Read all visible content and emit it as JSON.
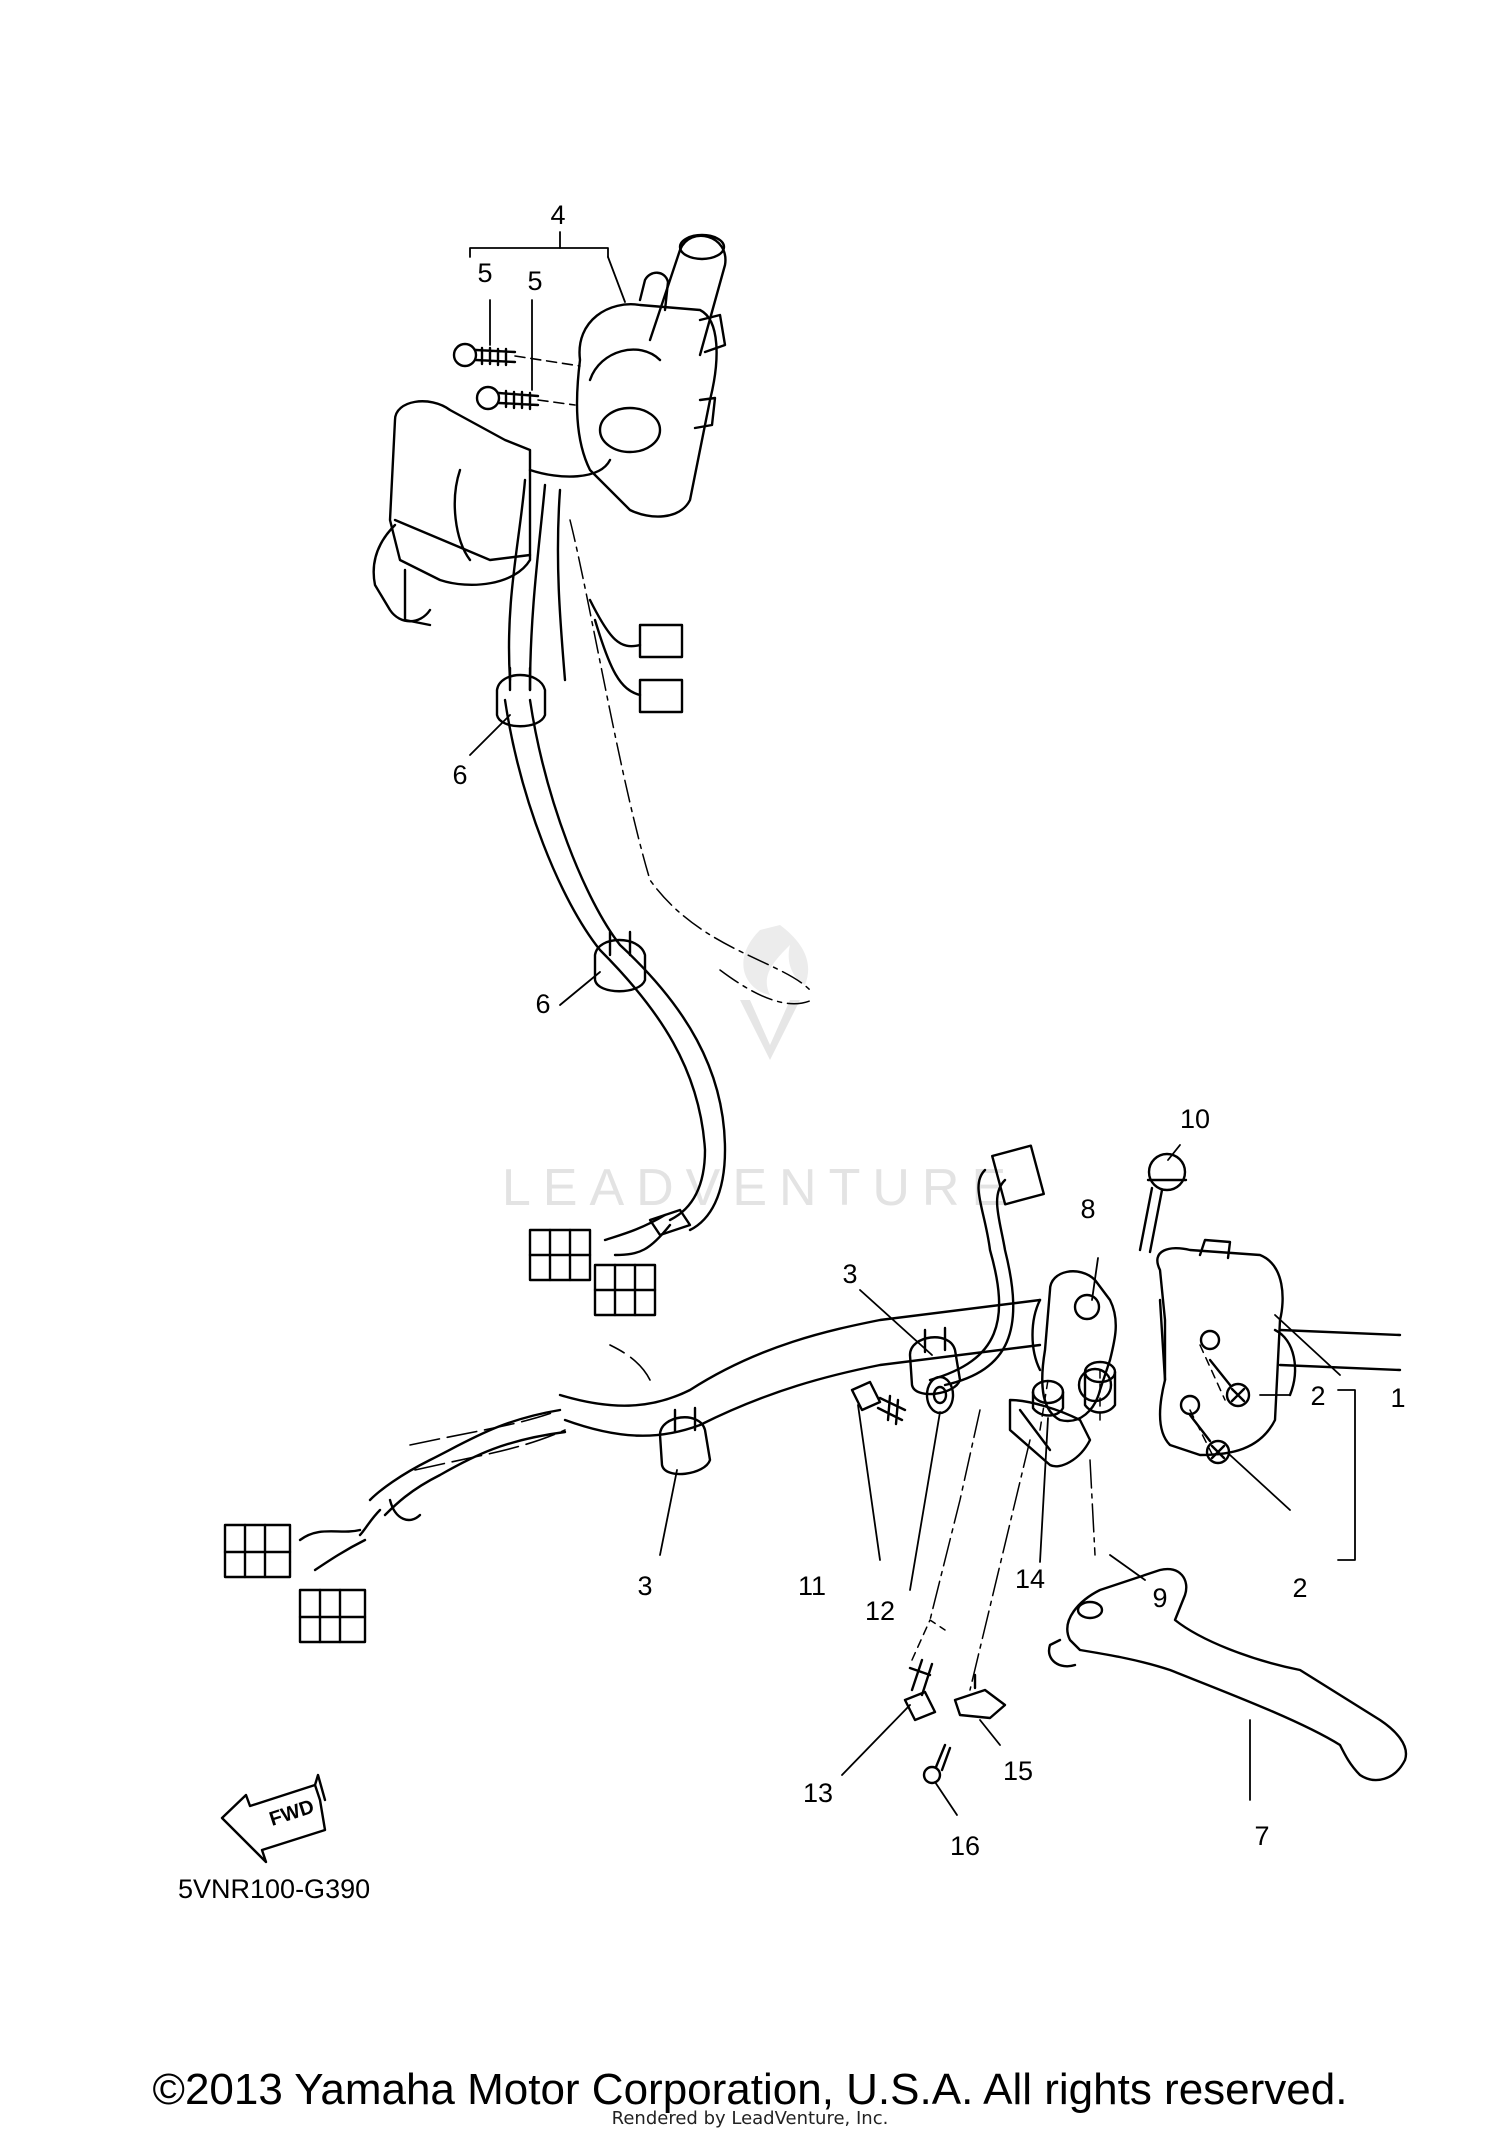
{
  "diagram": {
    "callouts": [
      "1",
      "2",
      "2",
      "3",
      "3",
      "4",
      "5",
      "5",
      "6",
      "6",
      "7",
      "8",
      "9",
      "10",
      "11",
      "12",
      "13",
      "14",
      "15",
      "16"
    ],
    "part_code": "5VNR100-G390",
    "fwd_label": "FWD",
    "watermark": "LEADVENTURE"
  },
  "footer": {
    "copyright": "©2013 Yamaha Motor Corporation, U.S.A. All rights reserved.",
    "rendered_by": "Rendered by LeadVenture, Inc."
  }
}
